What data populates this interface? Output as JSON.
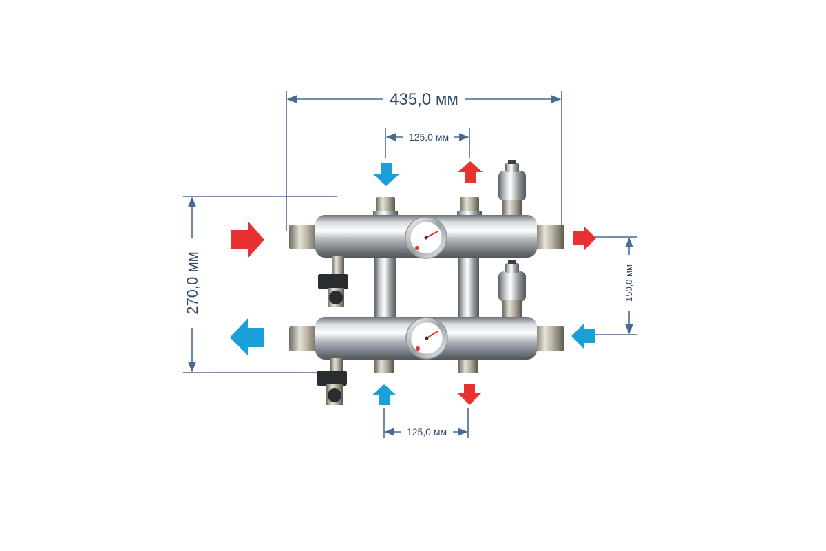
{
  "dimensions": {
    "total_width": "435,0 мм",
    "top_pipe_spacing": "125,0 мм",
    "bottom_pipe_spacing": "125,0 мм",
    "total_height": "270,0 мм",
    "header_spacing": "150,0 мм"
  },
  "colors": {
    "supply": "#e8322f",
    "return": "#1b9fd8",
    "dimension": "#4a6a92",
    "steel_light": "#f4f6f7",
    "steel_dark": "#7d8489"
  },
  "icons": {
    "flow_hot": "arrow-red",
    "flow_cold": "arrow-blue"
  }
}
